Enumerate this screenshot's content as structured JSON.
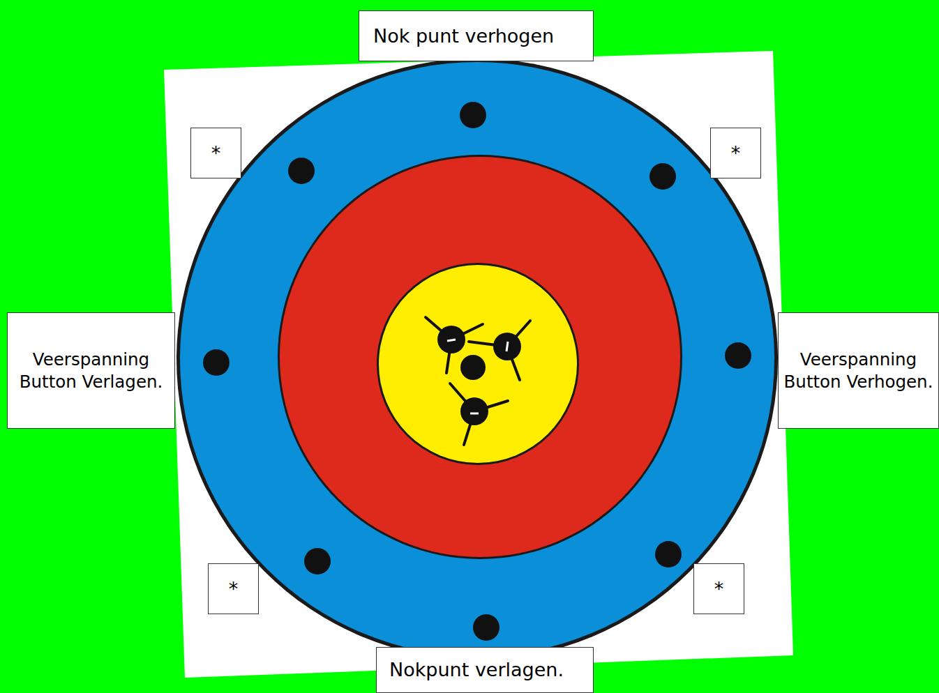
{
  "diagram": {
    "nodes": [
      {
        "text": [
          "Nok punt verhogen"
        ]
      },
      {
        "text": [
          "*"
        ]
      },
      {
        "text": [
          "*"
        ]
      },
      {
        "text": [
          "Veerspanning Button Verlagen."
        ]
      },
      {
        "text": [
          "Veerspanning Button Verhogen."
        ]
      },
      {
        "text": [
          "*"
        ]
      },
      {
        "text": [
          "*"
        ]
      },
      {
        "text": [
          "Nokpunt verlagen."
        ]
      }
    ]
  }
}
